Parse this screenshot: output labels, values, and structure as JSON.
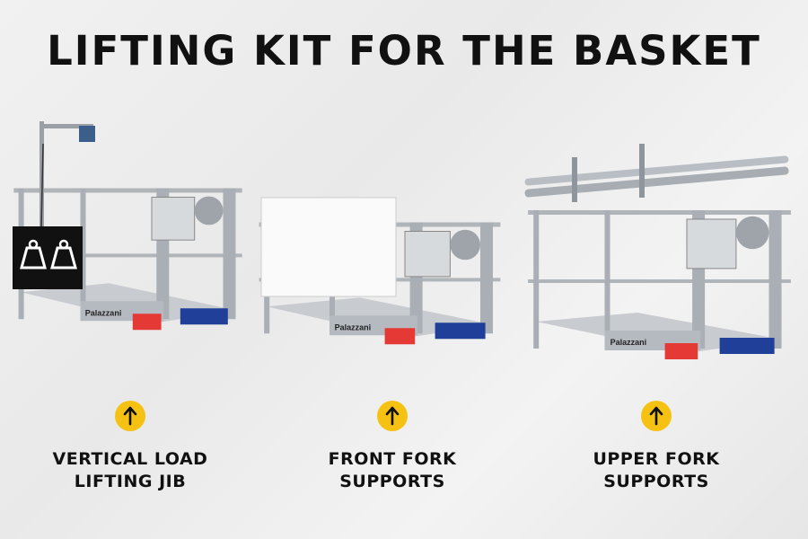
{
  "title": "LIFTING KIT FOR THE BASKET",
  "brand": "Palazzani",
  "accent_color": "#f5c214",
  "products": [
    {
      "label_line1": "VERTICAL LOAD",
      "label_line2": "LIFTING JIB",
      "icon": "arrow-up-icon",
      "variant": "jib"
    },
    {
      "label_line1": "FRONT FORK",
      "label_line2": "SUPPORTS",
      "icon": "arrow-up-icon",
      "variant": "front-fork"
    },
    {
      "label_line1": "UPPER FORK",
      "label_line2": "SUPPORTS",
      "icon": "arrow-up-icon",
      "variant": "upper-fork"
    }
  ]
}
